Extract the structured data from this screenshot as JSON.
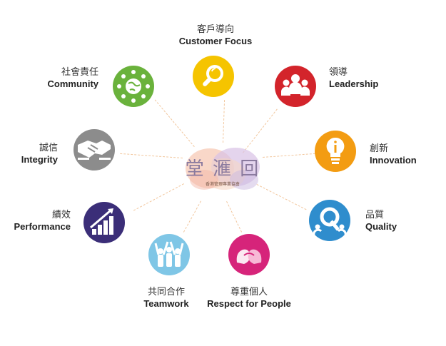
{
  "center_logo": {
    "characters": "堂 滙 回",
    "subtitle": "香港管理專業協會"
  },
  "values": [
    {
      "key": "customer",
      "zh": "客戶導向",
      "en": "Customer Focus",
      "color": "#f5c400",
      "icon": "magnifier-icon"
    },
    {
      "key": "leadership",
      "zh": "領導",
      "en": "Leadership",
      "color": "#d3242b",
      "icon": "people-group-icon"
    },
    {
      "key": "innovation",
      "zh": "創新",
      "en": "Innovation",
      "color": "#f39c12",
      "icon": "lightbulb-info-icon"
    },
    {
      "key": "quality",
      "zh": "品質",
      "en": "Quality",
      "color": "#2f8dcd",
      "icon": "quality-q-icon"
    },
    {
      "key": "respect",
      "zh": "尊重個人",
      "en": "Respect for People",
      "color": "#d6247a",
      "icon": "faces-icon"
    },
    {
      "key": "teamwork",
      "zh": "共同合作",
      "en": "Teamwork",
      "color": "#7fc6e6",
      "icon": "team-hands-up-icon"
    },
    {
      "key": "performance",
      "zh": "績效",
      "en": "Performance",
      "color": "#3b2e78",
      "icon": "growth-arrow-icon"
    },
    {
      "key": "integrity",
      "zh": "誠信",
      "en": "Integrity",
      "color": "#8c8c8c",
      "icon": "handshake-icon"
    },
    {
      "key": "community",
      "zh": "社會責任",
      "en": "Community",
      "color": "#6ab23c",
      "icon": "globe-people-icon"
    }
  ]
}
